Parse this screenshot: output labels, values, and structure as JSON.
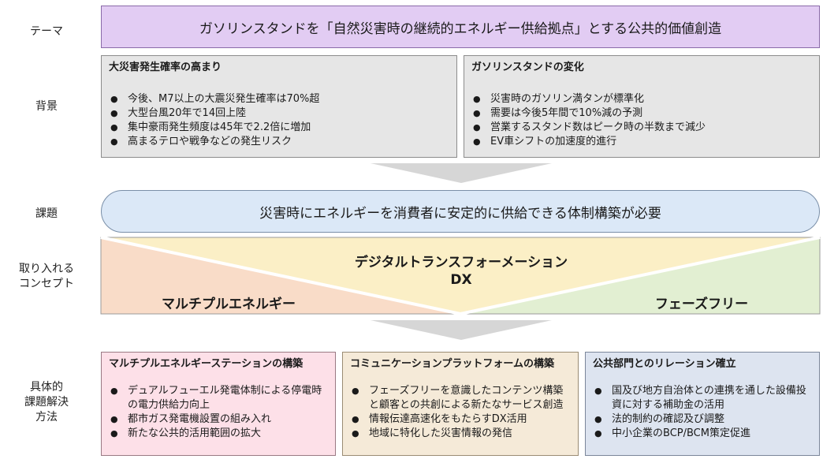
{
  "row_labels": {
    "theme": "テーマ",
    "background": "背景",
    "issue": "課題",
    "concept": "取り入れる\nコンセプト",
    "solution": "具体的\n課題解決\n方法"
  },
  "theme": "ガソリンスタンドを「自然災害時の継続的エネルギー供給拠点」とする公共的価値創造",
  "background": [
    {
      "title": "大災害発生確率の高まり",
      "items": [
        "今後、M7以上の大震災発生確率は70%超",
        "大型台風20年で14回上陸",
        "集中豪雨発生頻度は45年で2.2倍に増加",
        "高まるテロや戦争などの発生リスク"
      ]
    },
    {
      "title": "ガソリンスタンドの変化",
      "items": [
        "災害時のガソリン満タンが標準化",
        "需要は今後5年間で10%減の予測",
        "営業するスタンド数はピーク時の半数まで減少",
        "EV車シフトの加速度的進行"
      ]
    }
  ],
  "issue": "災害時にエネルギーを消費者に安定的に供給できる体制構築が必要",
  "concepts": {
    "center_line1": "デジタルトランスフォーメーション",
    "center_line2": "DX",
    "left": "マルチプルエネルギー",
    "right": "フェーズフリー"
  },
  "solutions": [
    {
      "title": "マルチプルエネルギーステーションの構築",
      "items": [
        "デュアルフューエル発電体制による停電時の電力供給力向上",
        "都市ガス発電機設置の組み入れ",
        "新たな公共的活用範囲の拡大"
      ]
    },
    {
      "title": "コミュニケーションプラットフォームの構築",
      "items": [
        "フェーズフリーを意識したコンテンツ構築と顧客との共創による新たなサービス創造",
        "情報伝達高速化をもたらすDX活用",
        "地域に特化した災害情報の発信"
      ]
    },
    {
      "title": "公共部門とのリレーション確立",
      "items": [
        "国及び地方自治体との連携を通した設備投資に対する補助金の活用",
        "法的制約の確認及び調整",
        "中小企業のBCP/BCM策定促進"
      ]
    }
  ],
  "colors": {
    "theme": "#e2ccf3",
    "background": "#e6e6e6",
    "issue": "#dbe8f7",
    "concept_left": "#f9dcc8",
    "concept_center": "#fbefc6",
    "concept_right": "#e2efd2",
    "solution_1": "#fde0e8",
    "solution_2": "#f5ead8",
    "solution_3": "#dde4f0",
    "arrow": "#d6d6d6"
  }
}
